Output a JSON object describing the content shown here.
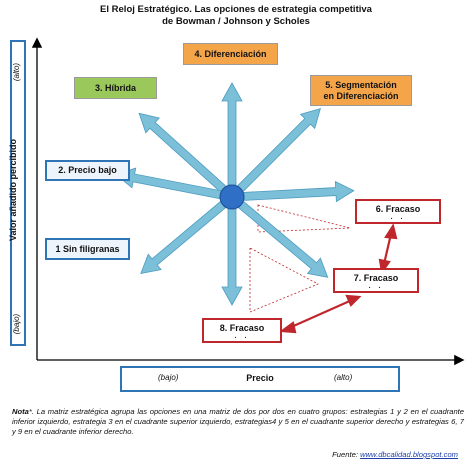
{
  "title": {
    "line1": "El Reloj Estratégico. Las opciones de estrategia competitiva",
    "line2": "de Bowman / Johnson y Scholes"
  },
  "y_axis": {
    "label": "Valor añadido percibido",
    "high": "(alto)",
    "low": "(bajo)"
  },
  "x_axis": {
    "label": "Precio",
    "low": "(bajo)",
    "high": "(alto)"
  },
  "strategies": {
    "diferenciacion": "4. Diferenciación",
    "hibrida": "3. Híbrida",
    "segmentacion_l1": "5. Segmentación",
    "segmentacion_l2": "en Diferenciación",
    "precio_bajo": "2. Precio bajo",
    "sin_filigranas": "1 Sin filigranas",
    "fracaso6": "6. Fracaso",
    "fracaso7": "7. Fracaso",
    "fracaso8": "8. Fracaso",
    "fracaso_sub": ". ."
  },
  "colors": {
    "arrow": "#7bbfd8",
    "arrow_edge": "#4d9cc0",
    "hub": "#2f6fc6",
    "axis_box": "#2f74b5",
    "fail_border": "#c0272d",
    "fail_arrow": "#c0272d",
    "orange": "#f4a54a",
    "green": "#9bc85a"
  },
  "note": {
    "label": "Nota",
    "marker": "*",
    "text": ". La matriz estratégica agrupa las opciones en una matriz de dos por dos en cuatro grupos: estrategias 1 y 2 en el cuadrante inferior izquierdo, estrategia 3 en el cuadrante superior izquierdo, estrategias4 y 5 en el cuadrante superior derecho y estrategias 6, 7 y 9 en el cuadrante inferior derecho."
  },
  "source": {
    "label": "Fuente:",
    "url": "www.dbcalidad.blogspot.com"
  }
}
